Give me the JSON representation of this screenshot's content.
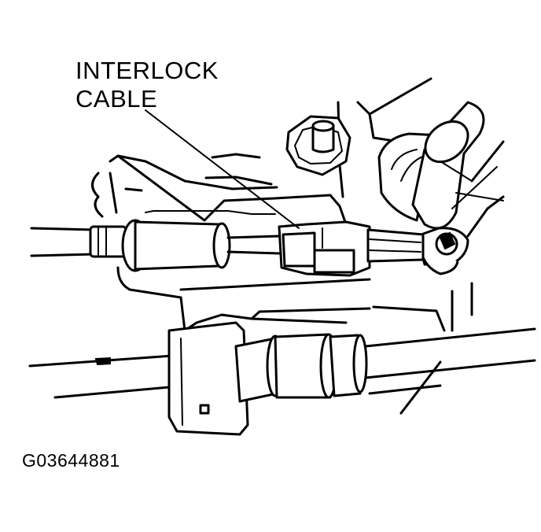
{
  "callout": {
    "line1": "INTERLOCK",
    "line2": "CABLE"
  },
  "figure_id": "G03644881"
}
